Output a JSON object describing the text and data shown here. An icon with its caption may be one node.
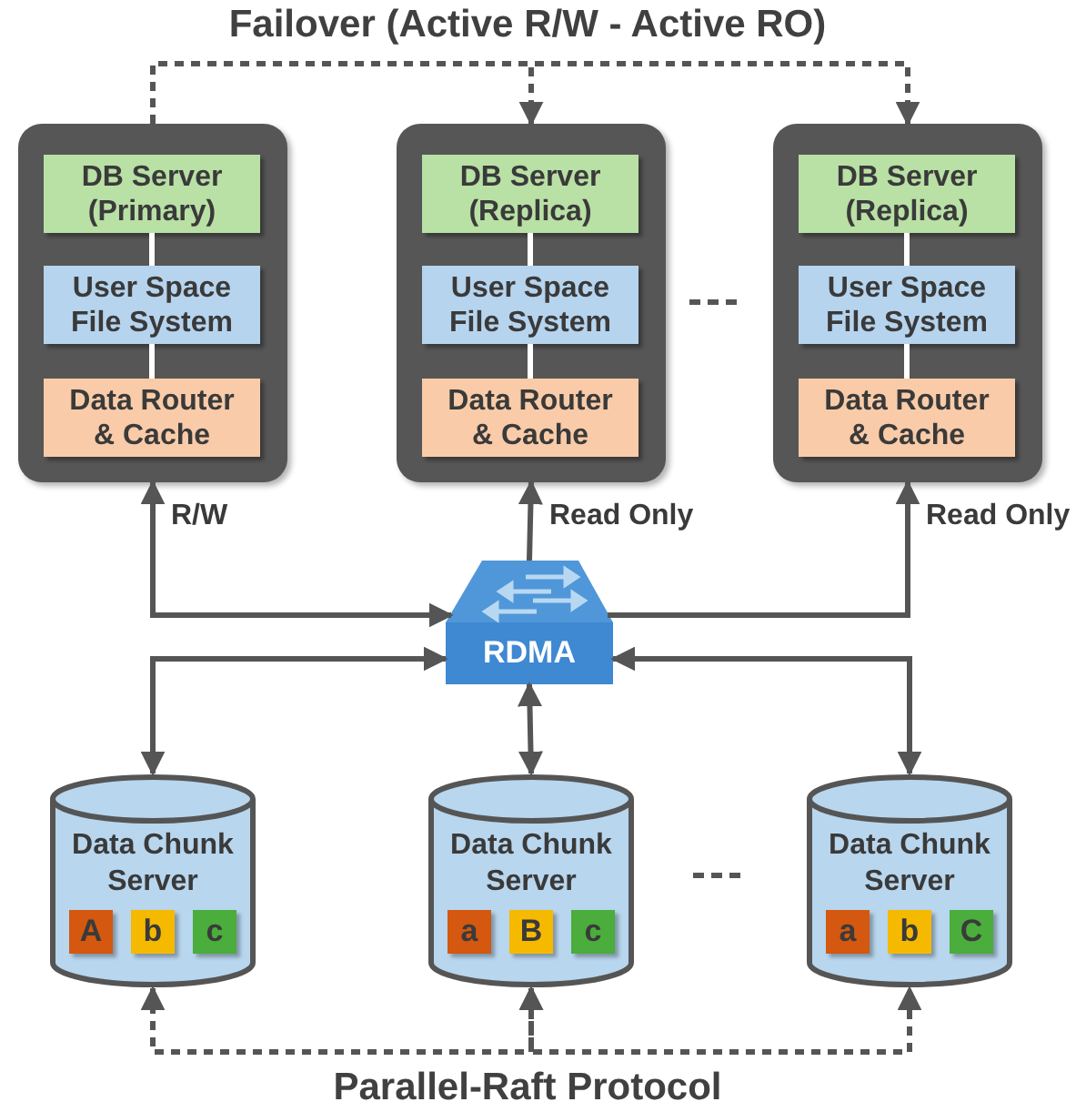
{
  "diagram": {
    "title": "Failover (Active R/W - Active RO)",
    "caption": "Parallel-Raft Protocol",
    "nodes": [
      {
        "text": [],
        "shape": "box"
      },
      {
        "text": [
          "DB Server (Primary)"
        ],
        "in": 0
      },
      {
        "text": [
          "User Space File System"
        ],
        "in": 0
      },
      {
        "text": [
          "Data Router & Cache"
        ],
        "in": 0
      },
      {
        "text": [],
        "shape": "box"
      },
      {
        "text": [
          "DB Server (Replica)"
        ],
        "in": 4
      },
      {
        "text": [
          "User Space File System"
        ],
        "in": 4
      },
      {
        "text": [
          "Data Router & Cache"
        ],
        "in": 4
      },
      {
        "text": [],
        "shape": "box"
      },
      {
        "text": [
          "DB Server (Replica)"
        ],
        "in": 8
      },
      {
        "text": [
          "User Space File System"
        ],
        "in": 8
      },
      {
        "text": [
          "Data Router & Cache"
        ],
        "in": 8
      },
      {
        "text": [
          "RDMA"
        ]
      },
      {
        "text": [
          "Data Chunk Server"
        ]
      },
      {
        "text": [
          "A"
        ],
        "in": 13
      },
      {
        "text": [
          "b"
        ],
        "in": 13
      },
      {
        "text": [
          "c"
        ],
        "in": 13
      },
      {
        "text": [
          "Data Chunk Server"
        ]
      },
      {
        "text": [
          "a"
        ],
        "in": 17
      },
      {
        "text": [
          "B"
        ],
        "in": 17
      },
      {
        "text": [
          "c"
        ],
        "in": 17
      },
      {
        "text": [
          "Data Chunk Server"
        ]
      },
      {
        "text": [
          "a"
        ],
        "in": 21
      },
      {
        "text": [
          "b"
        ],
        "in": 21
      },
      {
        "text": [
          "C"
        ],
        "in": 21
      }
    ],
    "edges": [
      {
        "from": 0,
        "to": 4,
        "arrow": "to",
        "style": "dashed"
      },
      {
        "from": 0,
        "to": 8,
        "arrow": "to",
        "style": "dashed"
      },
      {
        "from": 1,
        "to": 2,
        "arrow": "none",
        "color": "#ffffff"
      },
      {
        "from": 2,
        "to": 3,
        "arrow": "none",
        "color": "#ffffff"
      },
      {
        "from": 5,
        "to": 6,
        "arrow": "none",
        "color": "#ffffff"
      },
      {
        "from": 6,
        "to": 7,
        "arrow": "none",
        "color": "#ffffff"
      },
      {
        "from": 9,
        "to": 10,
        "arrow": "none",
        "color": "#ffffff"
      },
      {
        "from": 10,
        "to": 11,
        "arrow": "none",
        "color": "#ffffff"
      },
      {
        "from": 12,
        "to": 0,
        "arrow": "both",
        "label": "R/W"
      },
      {
        "from": 12,
        "to": 4,
        "arrow": "to",
        "label": "Read Only"
      },
      {
        "from": 12,
        "to": 8,
        "arrow": "to",
        "label": "Read Only"
      },
      {
        "from": 12,
        "to": 13,
        "arrow": "both"
      },
      {
        "from": 12,
        "to": 17,
        "arrow": "both"
      },
      {
        "from": 12,
        "to": 21,
        "arrow": "both"
      },
      {
        "from": 13,
        "to": 17,
        "arrow": "both",
        "style": "dashed"
      },
      {
        "from": 17,
        "to": 21,
        "arrow": "both",
        "style": "dashed"
      }
    ]
  }
}
